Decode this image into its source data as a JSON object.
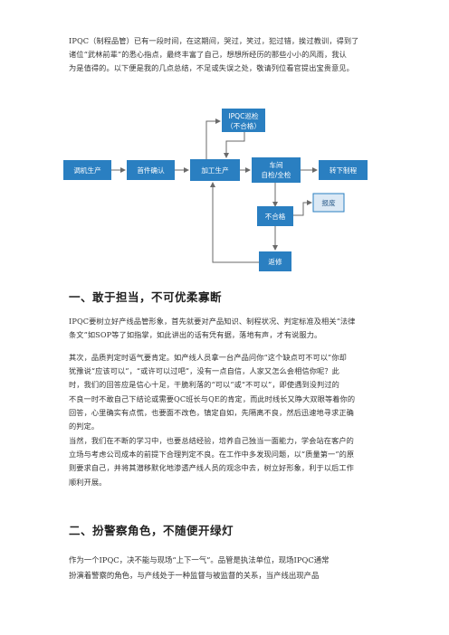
{
  "intro": {
    "lines": [
      "IPQC（制程品管）已有一段时间，在这期间，哭过，笑过，犯过错，挨过教训，得到了",
      "诸位“武林前辈”的悉心指点，最终丰富了自己，想想所经历的那些小小的风雨，我认",
      "为是值得的。以下便是我的几点总结，不足或失误之处，敬请列位看官提出宝贵意见。"
    ]
  },
  "flowchart": {
    "nodes": {
      "debug": "调机生产",
      "first": "首件确认",
      "process": "加工生产",
      "ipqc_line1": "IPQC巡检",
      "ipqc_line2": "（不合格）",
      "inspect_line1": "车间",
      "inspect_line2": "自检/全检",
      "next": "转下制程",
      "ng": "不合格",
      "scrap": "报废",
      "rework": "返修"
    },
    "colors": {
      "fill": "#2a7fc1",
      "light_fill": "#dce9f5",
      "arrow": "#6a6a6a"
    }
  },
  "section1": {
    "heading": "一、敢于担当，不可优柔寡断",
    "p1": [
      "IPQC要树立好产线品管形象，首先就要对产品知识、制程状况、判定标准及相关“法律",
      "条文”如SOP等了如指掌，如此讲出的话有凭有据，落地有声，才有说服力。"
    ],
    "p2": [
      "其次，品质判定时语气要肯定。如产线人员拿一台产品问你“这个缺点可不可以”你却",
      "犹豫说“应该可以”，“或许可以过吧”，没有一点自信，人家又怎么会相信你呢？此",
      "时，我们的回答应是信心十足，干脆利落的“可以”或“不可以”，即使遇到没判过的",
      "不良一时不敢自己下结论或需要QC班长与QE的肯定，而此时线长又睁大双眼等着你的",
      "回答，心里确实有点慌，也要面不改色，镇定自如，先隔离不良，然后迅速地寻求正确",
      "的判定。"
    ],
    "p3": [
      "当然，我们在不断的学习中，也要总结经验，培养自己独当一面能力，学会站在客户的",
      "立场与考虑公司成本的前提下合理判定不良。在工作中多发现问题，以“质量第一”的原",
      "则要求自己，并将其潜移默化地渗透产线人员的观念中去，树立好形象，利于以后工作",
      "顺利开展。"
    ]
  },
  "section2": {
    "heading": "二、扮警察角色，不随便开绿灯",
    "p1": [
      "作为一个IPQC，决不能与现场“上下一气”。品管是执法单位，现场IPQC通常",
      "扮演着警察的角色，与产线处于一种监督与被监督的关系，当产线出现产品"
    ]
  }
}
